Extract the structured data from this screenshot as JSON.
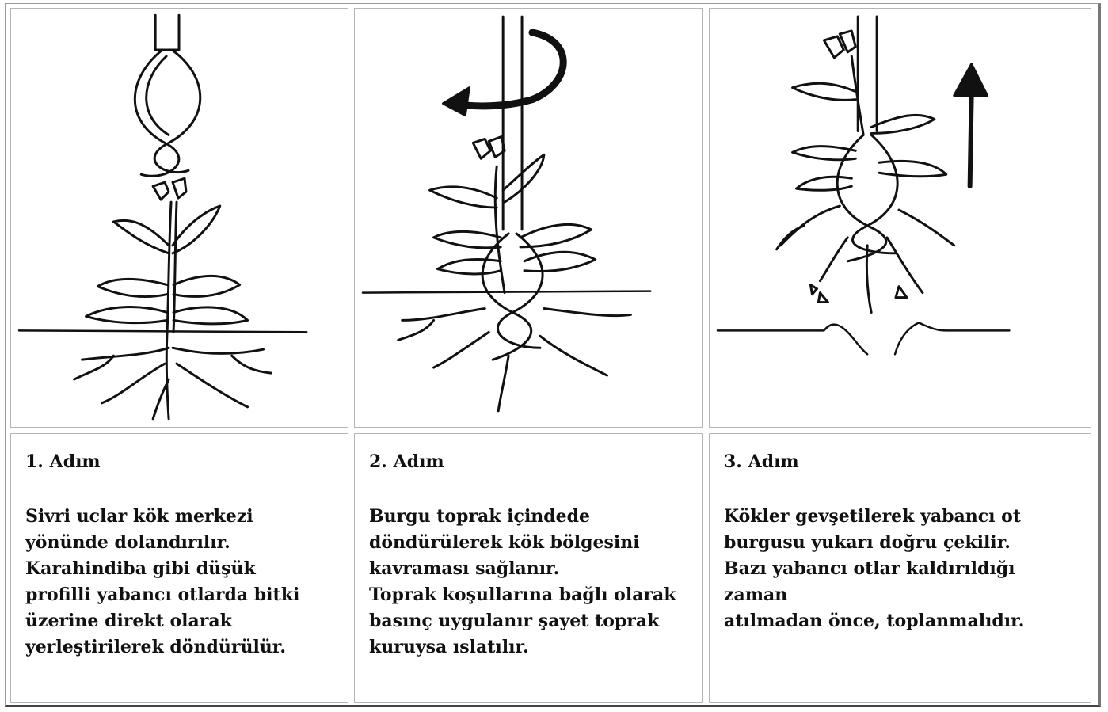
{
  "steps": [
    {
      "title": "1. Adım",
      "lines": [
        "Sivri uclar kök merkezi",
        "yönünde dolandırılır.",
        "Karahindiba gibi düşük",
        "profilli yabancı otlarda bitki",
        "üzerine direkt olarak",
        "yerleştirilerek döndürülür."
      ]
    },
    {
      "title": "2. Adım",
      "lines": [
        "Burgu toprak içindede",
        "döndürülerek kök bölgesini",
        "kavraması sağlanır.",
        "Toprak koşullarına bağlı olarak",
        "basınç uygulanır şayet toprak",
        "kuruysa ıslatılır."
      ]
    },
    {
      "title": "3. Adım",
      "lines": [
        "Kökler gevşetilerek yabancı ot",
        "burgusu yukarı doğru çekilir.",
        "Bazı yabancı otlar kaldırıldığı",
        "zaman",
        "atılmadan önce, toplanmalıdır."
      ]
    }
  ]
}
